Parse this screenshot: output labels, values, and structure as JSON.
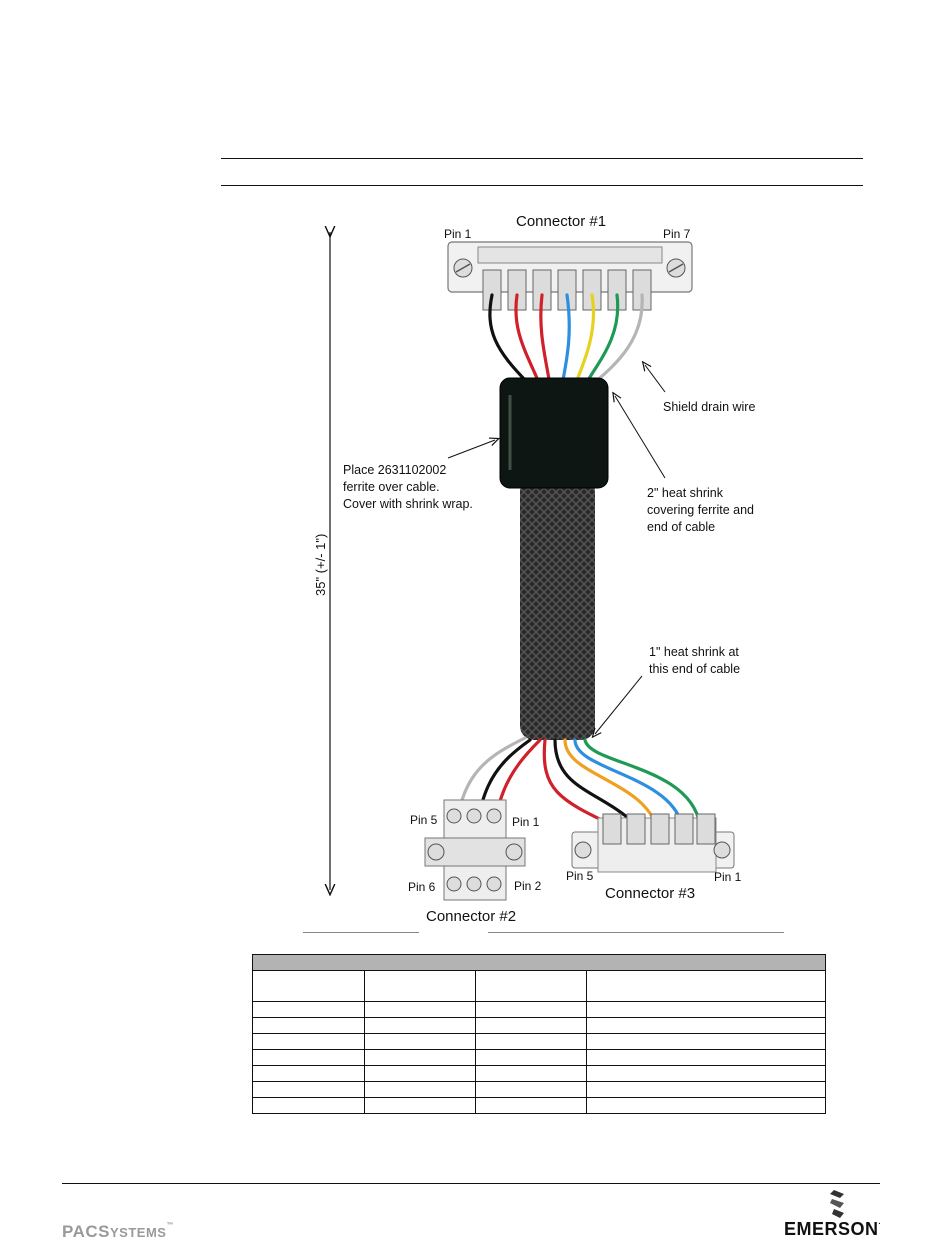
{
  "figure": {
    "connector1": "Connector #1",
    "connector2": "Connector #2",
    "connector3": "Connector #3",
    "c1_pin1": "Pin 1",
    "c1_pin7": "Pin 7",
    "c2_pin5": "Pin 5",
    "c2_pin1": "Pin 1",
    "c2_pin6": "Pin 6",
    "c2_pin2": "Pin 2",
    "c3_pin5": "Pin 5",
    "c3_pin1": "Pin 1",
    "length": "35\" (+/- 1\")",
    "ferrite_note": [
      "Place 2631102002",
      "ferrite over cable.",
      "Cover with shrink wrap."
    ],
    "shield_note": "Shield drain wire",
    "heat2_note": [
      "2\" heat shrink",
      "covering ferrite and",
      "end of cable"
    ],
    "heat1_note": [
      "1\" heat shrink at",
      "this end of cable"
    ]
  },
  "footer": {
    "pac_big1": "PAC",
    "pac_big2": "S",
    "pac_small": "YSTEMS",
    "pac_tm": "™",
    "emerson": "EMERSON",
    "emerson_tm": "."
  },
  "colors": {
    "wire_black": "#111111",
    "wire_red": "#d0202a",
    "wire_blue": "#2e8fe0",
    "wire_yellow": "#e6d21e",
    "wire_green": "#1f9a55",
    "wire_gray": "#b5b5b5",
    "wire_orange": "#f0a020",
    "table_header": "#b3b3b3"
  }
}
